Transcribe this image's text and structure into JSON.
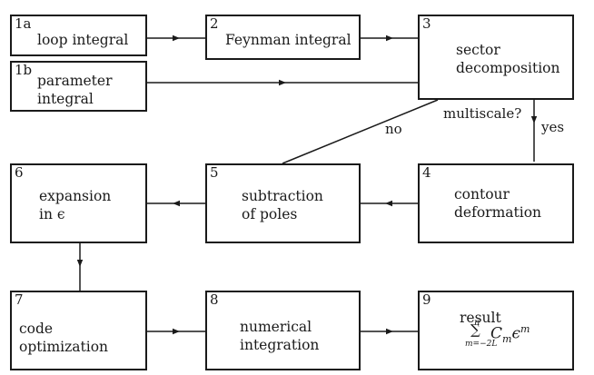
{
  "boxes": {
    "b1a": {
      "number": "1a",
      "lines": [
        "loop integral"
      ]
    },
    "b1b": {
      "number": "1b",
      "lines": [
        "parameter",
        "integral"
      ]
    },
    "b2": {
      "number": "2",
      "lines": [
        "Feynman integral"
      ]
    },
    "b3": {
      "number": "3",
      "lines": [
        "sector",
        "decomposition"
      ]
    },
    "b4": {
      "number": "4",
      "lines": [
        "contour",
        "deformation"
      ]
    },
    "b5": {
      "number": "5",
      "lines": [
        "subtraction",
        "of poles"
      ]
    },
    "b6": {
      "number": "6",
      "lines": [
        "expansion",
        "in ϵ"
      ]
    },
    "b7": {
      "number": "7",
      "lines": [
        "code",
        "optimization"
      ]
    },
    "b8": {
      "number": "8",
      "lines": [
        "numerical",
        "integration"
      ]
    },
    "b9": {
      "number": "9",
      "lines": [
        "result"
      ],
      "formula": {
        "upper": "n",
        "sign": "∑",
        "lower": "m=−2L",
        "coef": "C",
        "coef_sub": "m",
        "var": "ϵ",
        "var_sup": "m"
      }
    }
  },
  "edge_labels": {
    "multiscale": "multiscale?",
    "yes": "yes",
    "no": "no"
  }
}
